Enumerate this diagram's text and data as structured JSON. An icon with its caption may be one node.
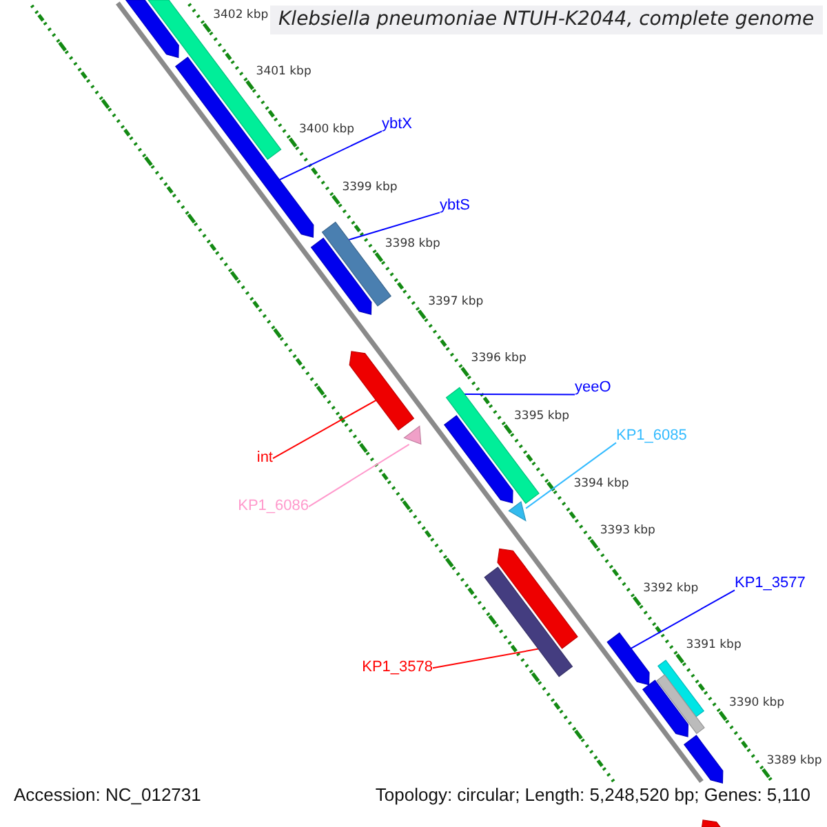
{
  "diagram": {
    "title": "Klebsiella pneumoniae NTUH-K2044, complete genome",
    "nodes": [
      {
        "text": [
          "ybtX"
        ]
      },
      {
        "text": [],
        "shape": "bar"
      },
      {
        "text": [
          "ybtS"
        ]
      },
      {
        "text": [],
        "shape": "bar"
      },
      {
        "text": [
          "yeeO"
        ]
      },
      {
        "text": [],
        "shape": "bar"
      },
      {
        "text": [
          "KP1_6085"
        ]
      },
      {
        "text": [],
        "shape": "triangle"
      },
      {
        "text": [
          "int"
        ]
      },
      {
        "text": [],
        "shape": "bar"
      },
      {
        "text": [
          "KP1_6086"
        ]
      },
      {
        "text": [],
        "shape": "triangle"
      },
      {
        "text": [
          "KP1_3577"
        ]
      },
      {
        "text": [],
        "shape": "bar"
      },
      {
        "text": [
          "KP1_3578"
        ]
      },
      {
        "text": [],
        "shape": "bar"
      },
      {
        "text": [],
        "shape": "bar"
      },
      {
        "text": [],
        "shape": "bar"
      },
      {
        "text": [],
        "shape": "bar"
      },
      {
        "text": [],
        "shape": "bar"
      },
      {
        "text": [],
        "shape": "bar"
      },
      {
        "text": [],
        "shape": "bar"
      },
      {
        "text": [],
        "shape": "bar"
      },
      {
        "text": [],
        "shape": "bar"
      },
      {
        "text": [],
        "shape": "bar"
      },
      {
        "text": [],
        "shape": "bar"
      }
    ],
    "edges": [
      {
        "from": 0,
        "to": 1,
        "arrow": "none"
      },
      {
        "from": 2,
        "to": 3,
        "arrow": "none"
      },
      {
        "from": 4,
        "to": 5,
        "arrow": "none"
      },
      {
        "from": 6,
        "to": 7,
        "arrow": "none",
        "color": "#33bbff"
      },
      {
        "from": 8,
        "to": 9,
        "arrow": "none",
        "color": "#ff0000"
      },
      {
        "from": 10,
        "to": 11,
        "arrow": "none",
        "color": "#ff99cc"
      },
      {
        "from": 12,
        "to": 13,
        "arrow": "none"
      },
      {
        "from": 14,
        "to": 15,
        "arrow": "none",
        "color": "#ff0000"
      }
    ],
    "labels": [
      "3402 kbp",
      "3401 kbp",
      "3400 kbp",
      "3399 kbp",
      "3398 kbp",
      "3397 kbp",
      "3396 kbp",
      "3395 kbp",
      "3394 kbp",
      "3393 kbp",
      "3392 kbp",
      "3391 kbp",
      "3390 kbp",
      "3389 kbp",
      "Accession: NC_012731",
      "Topology: circular; Length: 5,248,520 bp; Genes: 5,110"
    ]
  }
}
